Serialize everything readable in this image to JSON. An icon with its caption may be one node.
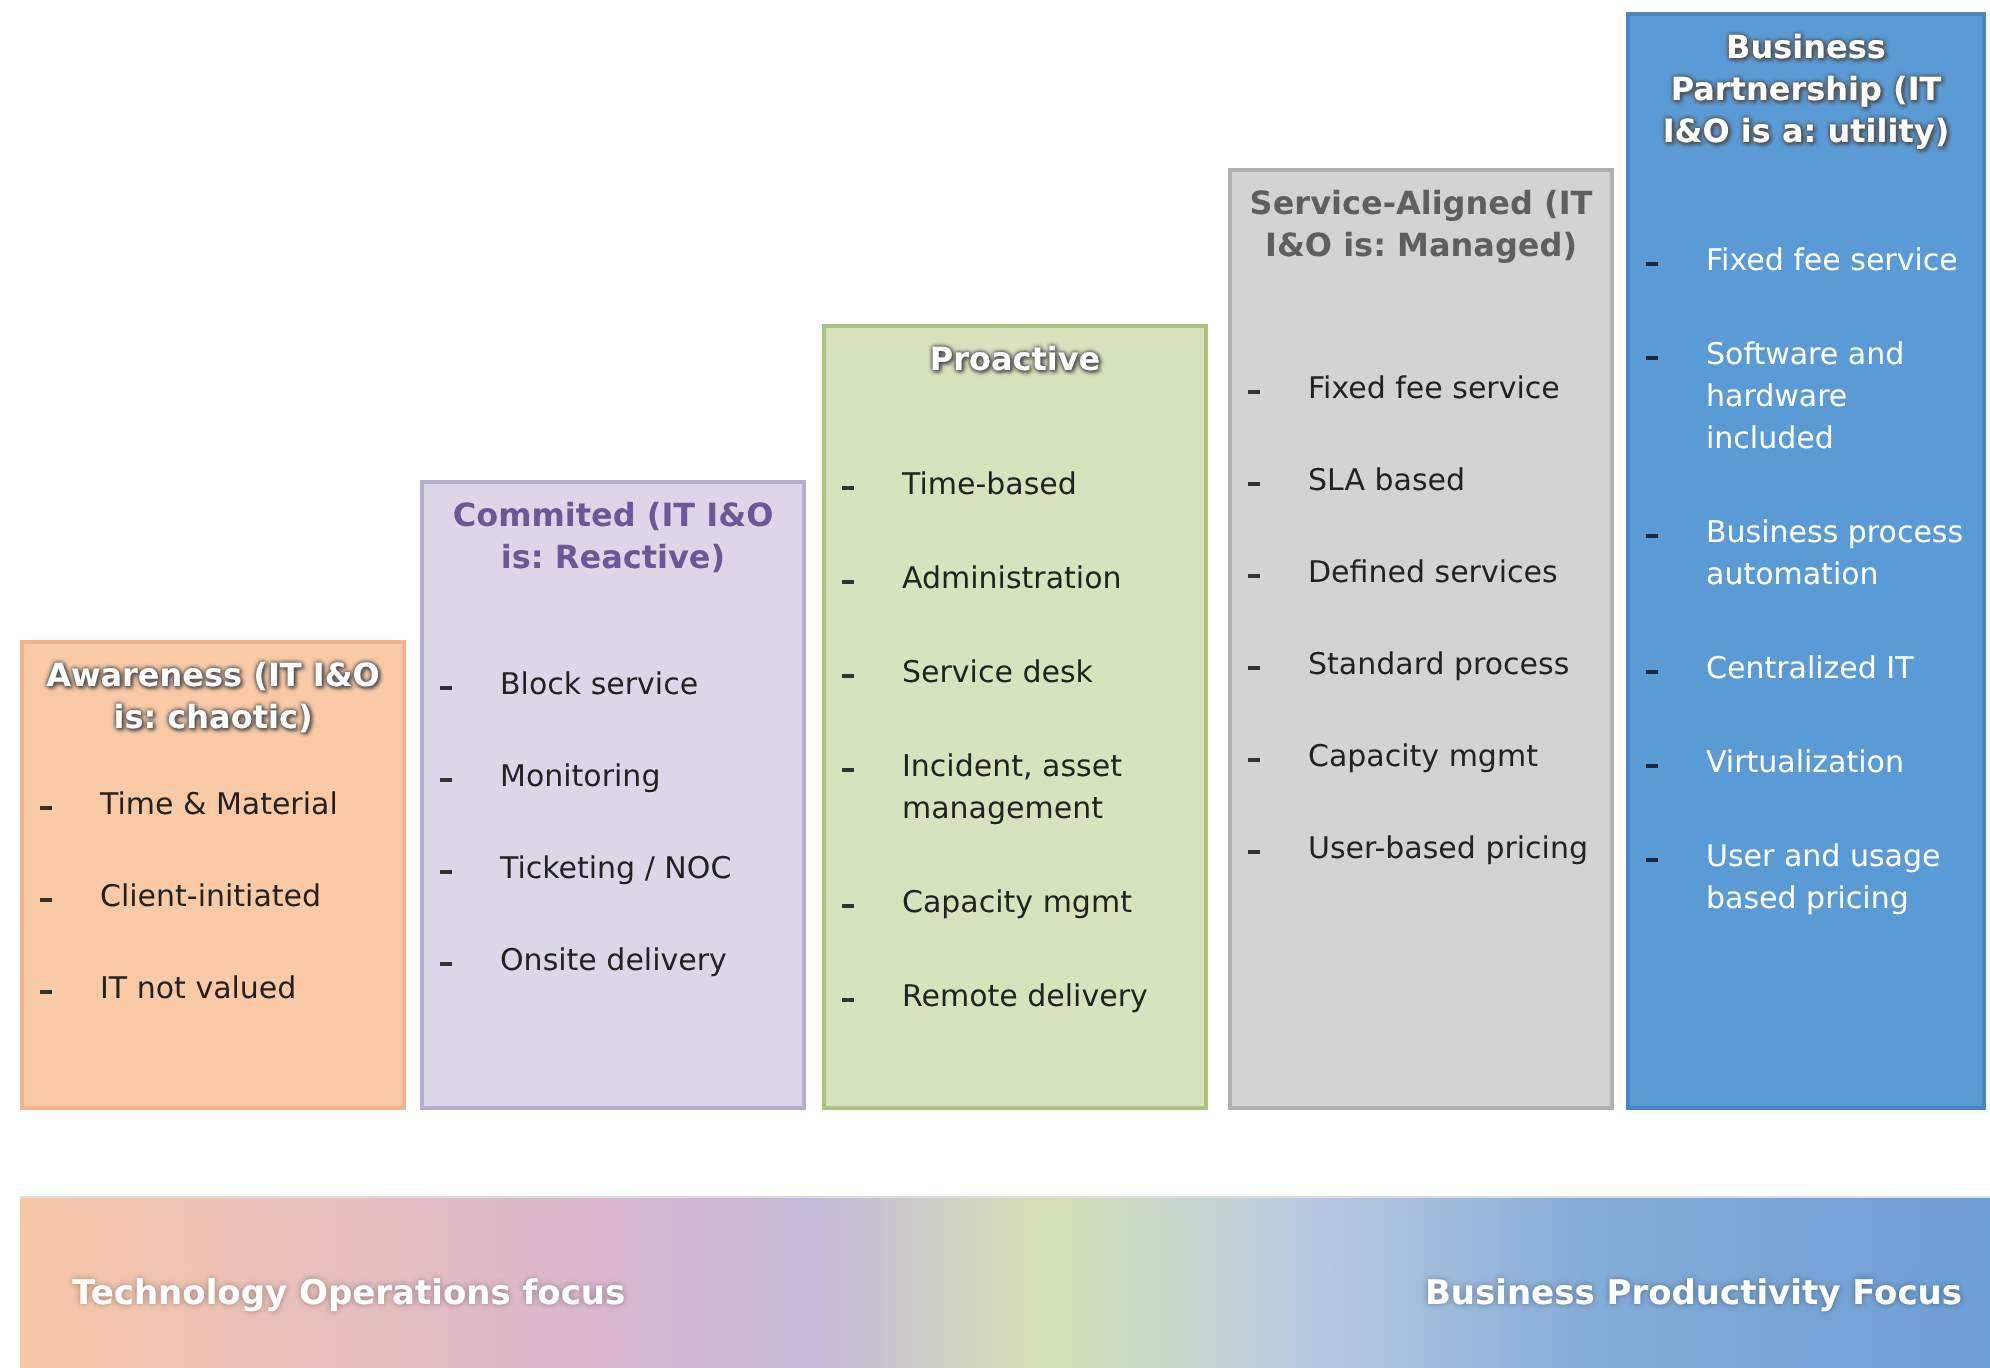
{
  "diagram": {
    "nodes": [
      {
        "text": [
          "Awareness (IT I&O is: chaotic)",
          "Time & Material",
          "Client-initiated",
          "IT not valued"
        ]
      },
      {
        "text": [
          "Commited (IT I&O is: Reactive)",
          "Block service",
          "Monitoring",
          "Ticketing / NOC",
          "Onsite delivery"
        ]
      },
      {
        "text": [
          "Proactive",
          "Time-based",
          "Administration",
          "Service desk",
          "Incident, asset management",
          "Capacity mgmt",
          "Remote delivery"
        ]
      },
      {
        "text": [
          "Service-Aligned (IT I&O is: Managed)",
          "Fixed fee service",
          "SLA based",
          "Defined services",
          "Standard process",
          "Capacity mgmt",
          "User-based pricing"
        ]
      },
      {
        "text": [
          "Business Partnership (IT I&O is a: utility)",
          "Fixed fee service",
          "Software and hardware included",
          "Business process automation",
          "Centralized IT",
          "Virtualization",
          "User and usage based pricing"
        ]
      },
      {
        "text": [
          "Technology Operations focus",
          "Business Productivity Focus"
        ]
      }
    ]
  }
}
